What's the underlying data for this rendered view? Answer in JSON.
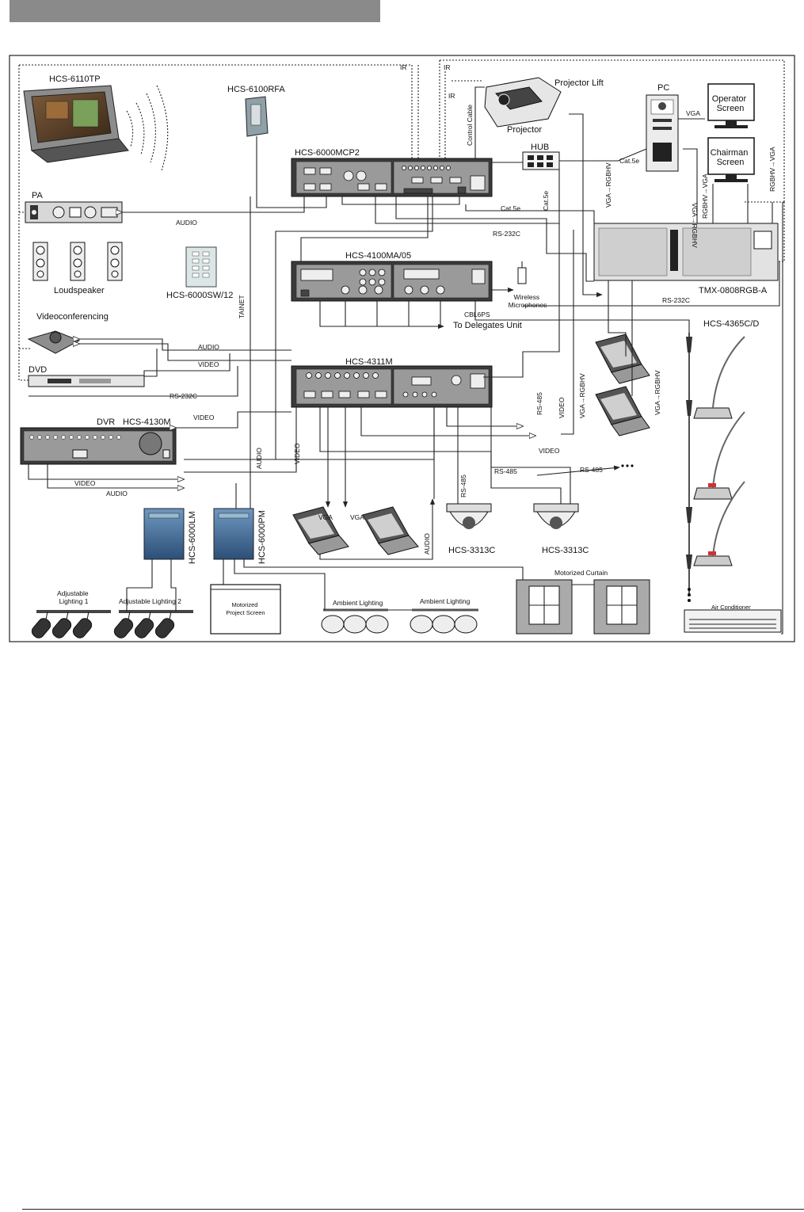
{
  "labels": {
    "touch_panel": "HCS-6110TP",
    "rf_antenna": "HCS-6100RFA",
    "master_controller": "HCS-6000MCP2",
    "pa": "PA",
    "loudspeaker": "Loudspeaker",
    "switch_panel": "HCS-6000SW/12",
    "main_unit": "HCS-4100MA/05",
    "videoconferencing": "Videoconferencing",
    "dvd": "DVD",
    "camera_controller": "HCS-4311M",
    "dvr": "DVR",
    "dvr_model": "HCS-4130M",
    "light_module": "HCS-6000LM",
    "power_module": "HCS-6000PM",
    "adjustable_lighting_1": "Adjustable\nLighting 1",
    "adjustable_lighting_2": "Adjustable Lighting 2",
    "motorized_screen": "Motorized\nProject Screen",
    "ambient_lighting_1": "Ambient Lighting",
    "ambient_lighting_2": "Ambient Lighting",
    "motorized_curtain": "Motorized Curtain",
    "air_conditioner": "Air Conditioner",
    "projector_lift": "Projector Lift",
    "projector": "Projector",
    "pc": "PC",
    "operator_screen": "Operator\nScreen",
    "chairman_screen": "Chairman\nScreen",
    "hub": "HUB",
    "matrix": "TMX-0808RGB-A",
    "delegate_unit": "HCS-4365C/D",
    "camera_1": "HCS-3313C",
    "camera_2": "HCS-3313C",
    "wireless_mics": "Wireless\nMicrophones",
    "to_delegates": "To Delegates Unit",
    "cbl": "CBL6PS"
  },
  "signals": {
    "ir": "IR",
    "audio": "AUDIO",
    "video": "VIDEO",
    "rs232c": "RS-232C",
    "rs485": "RS-485",
    "vga": "VGA",
    "cat5e": "Cat.5e",
    "tainet": "TAINET",
    "control_cable": "Control Cable",
    "vga_rgbhv": "VGA→RGBHV",
    "rgbhv_vga": "RGBHV→VGA"
  }
}
